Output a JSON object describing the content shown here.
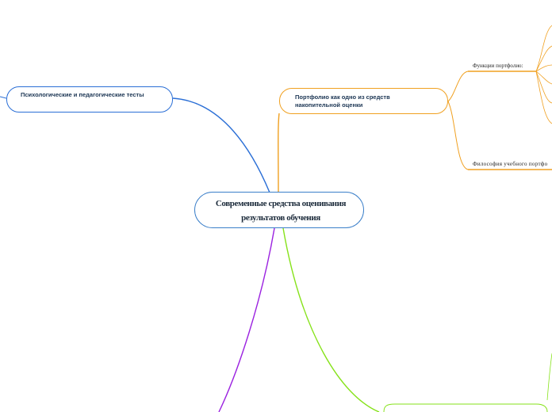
{
  "central": {
    "line1": "Современные средства оценивания",
    "line2": "результатов обучения"
  },
  "topics": {
    "psych_tests": "Психологические и педагогические тесты",
    "portfolio": "Портфолио как одно из средств накопительной оценки"
  },
  "subtopics": {
    "functions": "Функции портфолио:",
    "philosophy": "Философия учебного портфо"
  },
  "colors": {
    "blue": "#2b6fd6",
    "orange": "#f0a020",
    "green": "#86e21a",
    "purple": "#9b22e0",
    "central_border": "#3b7fc9"
  }
}
